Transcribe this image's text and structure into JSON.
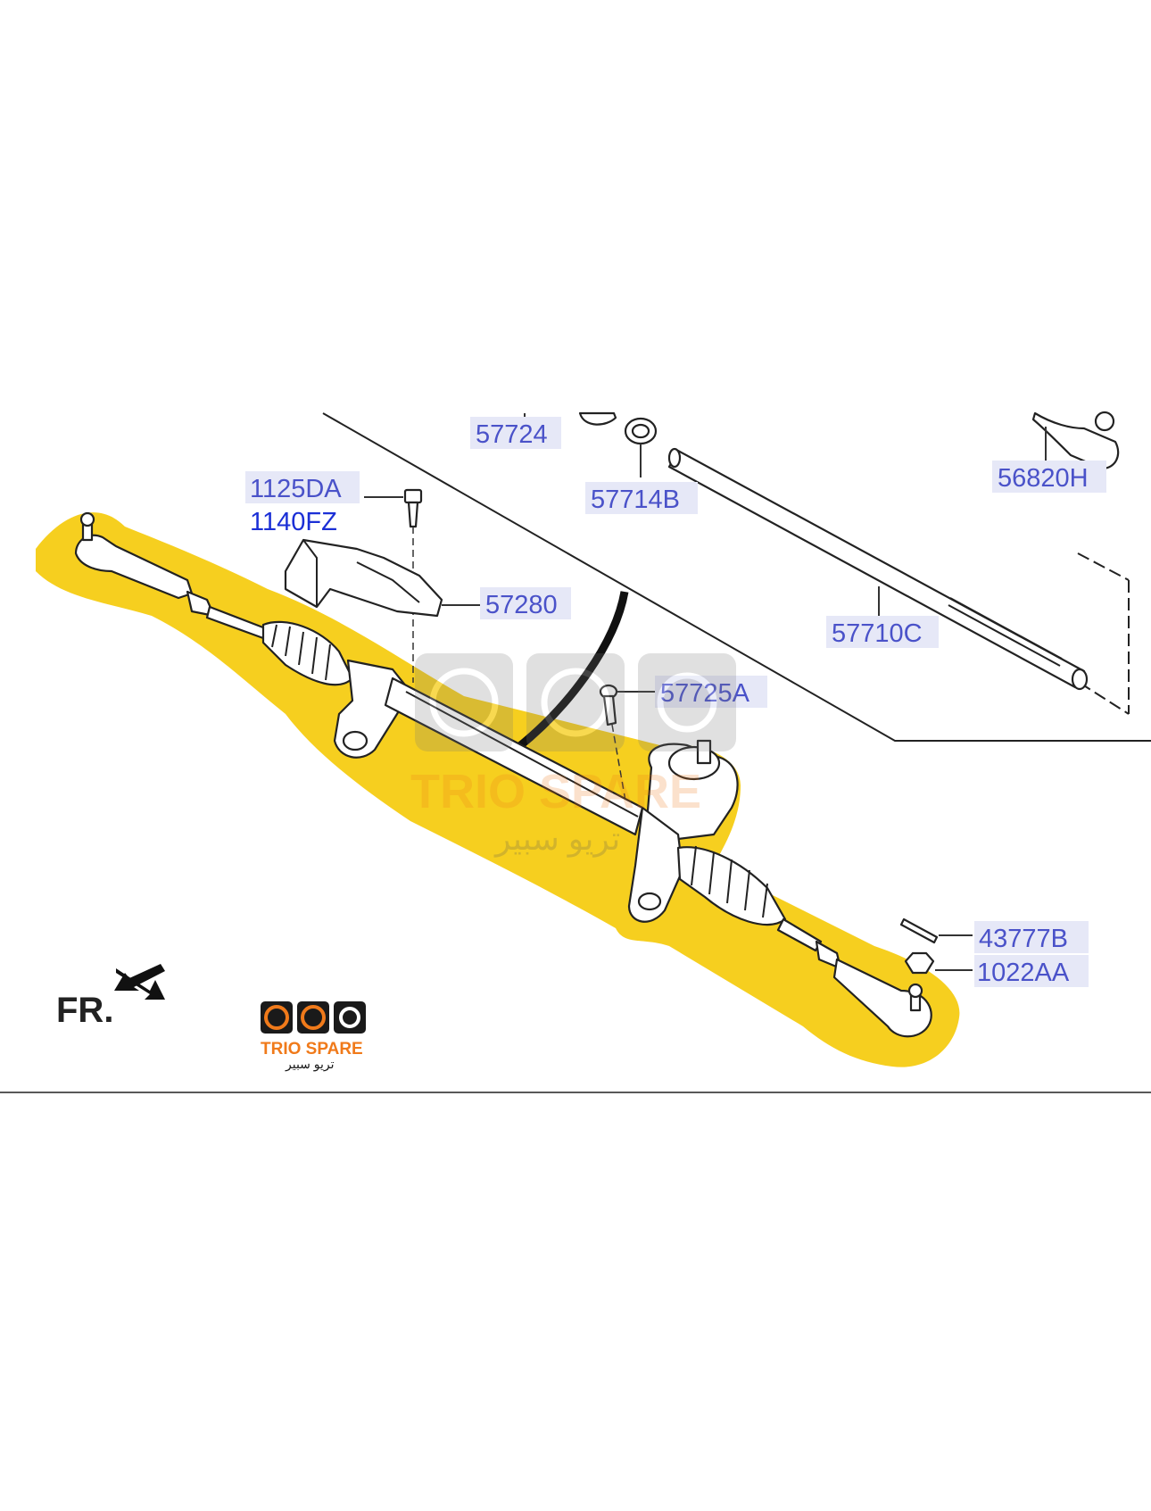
{
  "labels": {
    "l57724": "57724",
    "l57714b": "57714B",
    "l56820h": "56820H",
    "l1125da": "1125DA",
    "l1140fz": "1140FZ",
    "l57280": "57280",
    "l57710c": "57710C",
    "l57725a": "57725A",
    "l43777b": "43777B",
    "l1022aa": "1022AA"
  },
  "direction": {
    "text": "FR."
  },
  "brand": {
    "name": "TRIO SPARE",
    "arabic": "تريو سبير",
    "color_primary": "#f07a1a",
    "color_dark": "#1a1a1a"
  },
  "watermark": {
    "text": "TRIO SPARE",
    "arabic": "تريو سبير"
  },
  "colors": {
    "highlight": "#f5c800",
    "label_text": "#4a52c9",
    "label_bg": "#e6e8f7",
    "label_strong": "#1b2fd6"
  }
}
